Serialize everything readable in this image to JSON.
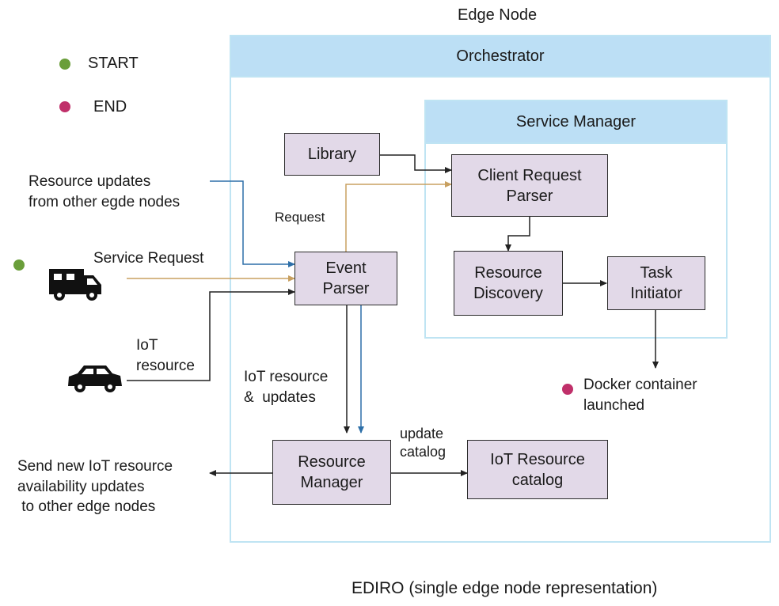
{
  "colors": {
    "start": "#6a9e3a",
    "end": "#c0306a",
    "box_fill": "#e2d9e8",
    "container_border": "#bfe4f3",
    "band_fill": "#bcdff5",
    "arrow_black": "#222222",
    "arrow_blue": "#2d6fa8",
    "arrow_orange": "#c8a060"
  },
  "legend": {
    "start_label": "START",
    "end_label": "END"
  },
  "edge_node_label": "Edge Node",
  "orchestrator_label": "Orchestrator",
  "service_manager_label": "Service Manager",
  "boxes": {
    "library": "Library",
    "client_request_parser": [
      "Client Request",
      "Parser"
    ],
    "event_parser": [
      "Event",
      "Parser"
    ],
    "resource_discovery": [
      "Resource",
      "Discovery"
    ],
    "task_initiator": [
      "Task",
      "Initiator"
    ],
    "resource_manager": [
      "Resource",
      "Manager"
    ],
    "iot_resource_catalog": [
      "IoT Resource",
      "catalog"
    ]
  },
  "labels": {
    "resource_updates": [
      "Resource updates",
      "from other egde nodes"
    ],
    "request": "Request",
    "service_request": "Service Request",
    "iot_resource": [
      "IoT",
      "resource"
    ],
    "iot_resource_updates": [
      "IoT resource",
      "&  updates"
    ],
    "update_catalog": [
      "update",
      "catalog"
    ],
    "docker": [
      "Docker container",
      "launched"
    ],
    "send_updates": [
      "Send new IoT resource",
      "availability updates",
      " to other edge nodes"
    ]
  },
  "icons": {
    "truck": "camper-truck-icon",
    "car": "car-icon"
  },
  "caption": "EDIRO (single edge node representation)"
}
